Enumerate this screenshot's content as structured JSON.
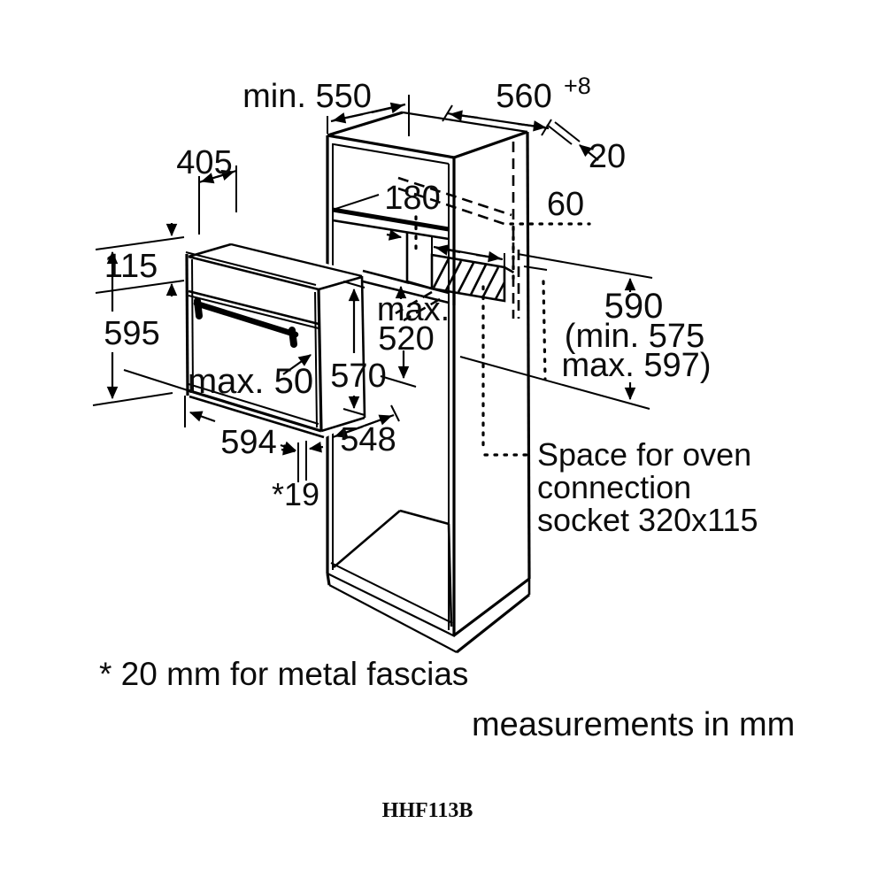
{
  "labels": {
    "min_550": "min. 550",
    "w560": "560",
    "w560_tol": "+8",
    "gap20": "20",
    "d405": "405",
    "d180": "180",
    "d60": "60",
    "d115": "115",
    "d595": "595",
    "max520_l1": "max.",
    "max520_l2": "520",
    "d570": "570",
    "max50": "max. 50",
    "d594": "594",
    "d548": "548",
    "d19": "*19",
    "d590": "590",
    "d590_min": "(min. 575",
    "d590_max": "max. 597)",
    "socket_l1": "Space for oven",
    "socket_l2": "connection",
    "socket_l3": "socket 320x115",
    "footnote": "* 20 mm for metal fascias",
    "units_note": "measurements in mm",
    "model": "HHF113B"
  },
  "colors": {
    "line": "#000000",
    "background": "#ffffff"
  }
}
